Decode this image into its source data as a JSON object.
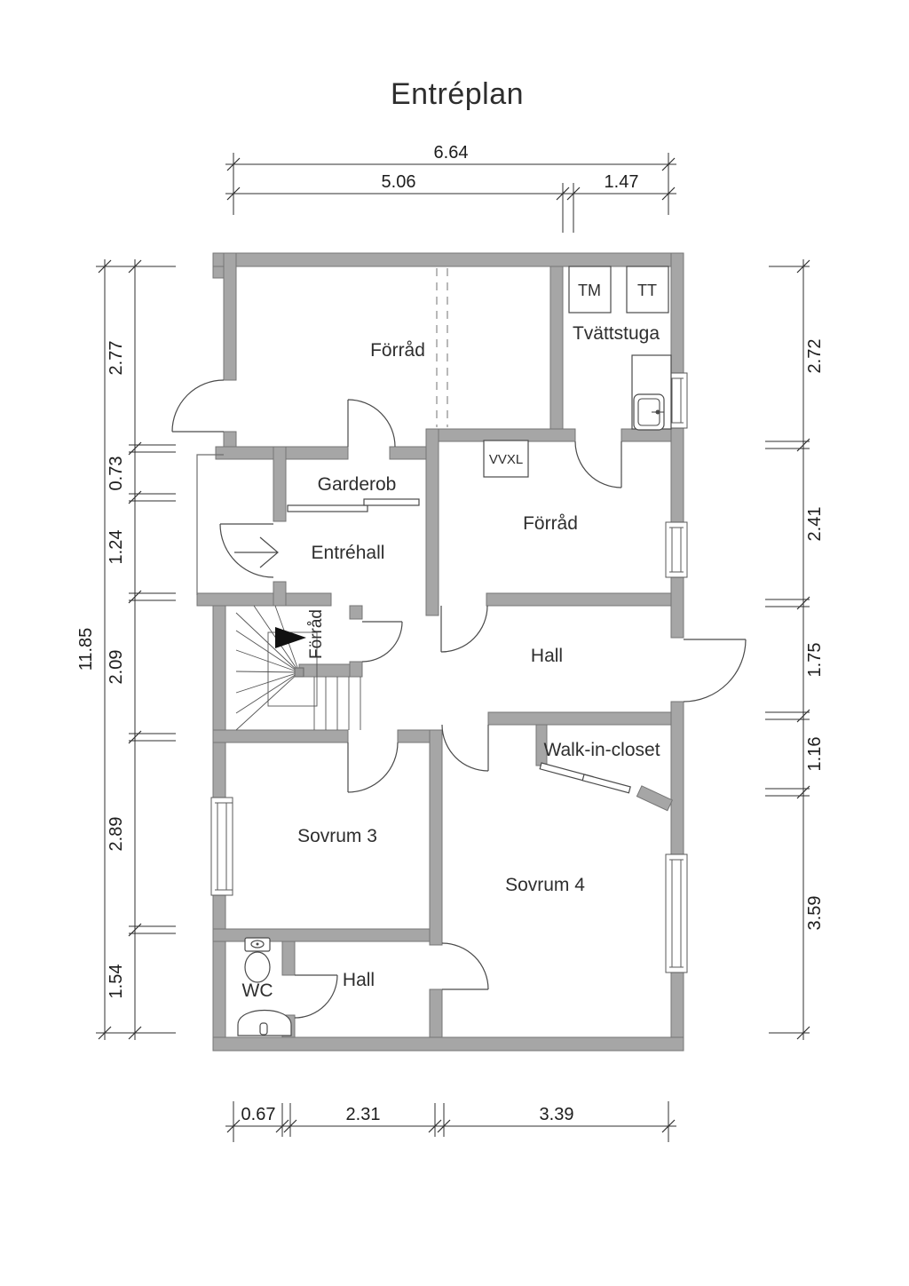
{
  "title": "Entréplan",
  "rooms": {
    "forrad_top": "Förråd",
    "tvattstuga": "Tvättstuga",
    "garderob": "Garderob",
    "entrehall": "Entréhall",
    "forrad_mid": "Förråd",
    "forrad_under_stairs": "Förråd",
    "hall_mid": "Hall",
    "walk_in_closet": "Walk-in-closet",
    "sovrum_3": "Sovrum 3",
    "sovrum_4": "Sovrum 4",
    "wc": "WC",
    "hall_bottom": "Hall"
  },
  "appliances": {
    "tm": "TM",
    "tt": "TT",
    "vvxl": "VVXL"
  },
  "dimensions": {
    "top": {
      "total": "6.64",
      "segments": [
        "5.06",
        "1.47"
      ]
    },
    "left": {
      "total": "11.85",
      "segments": [
        "2.77",
        "0.73",
        "1.24",
        "2.09",
        "2.89",
        "1.54"
      ]
    },
    "right": {
      "segments": [
        "2.72",
        "2.41",
        "1.75",
        "1.16",
        "3.59"
      ]
    },
    "bottom": {
      "segments": [
        "0.67",
        "2.31",
        "3.39"
      ]
    }
  },
  "colors": {
    "wall": "#a6a6a6",
    "wall_outline": "#757575",
    "line": "#4a4a4a",
    "text": "#2e2e2e",
    "background": "#ffffff"
  }
}
